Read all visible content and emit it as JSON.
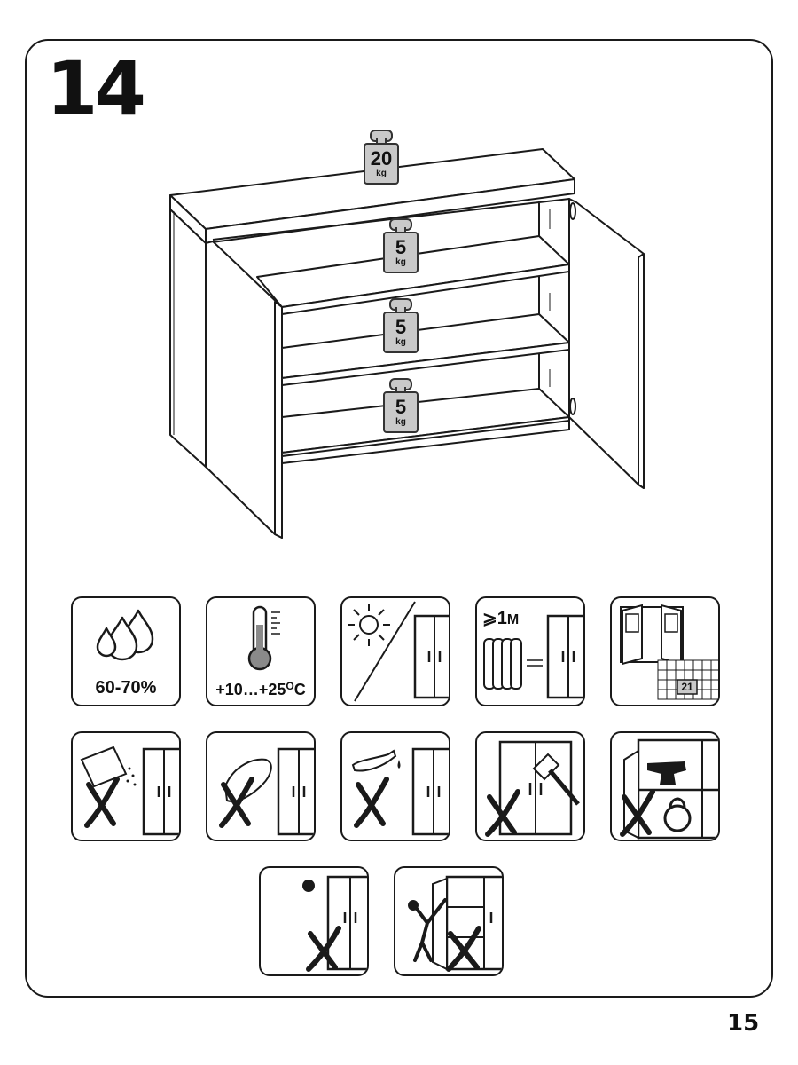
{
  "step": {
    "number": "14"
  },
  "page": {
    "number": "15"
  },
  "load_limits": [
    {
      "value": "20",
      "unit": "kg"
    },
    {
      "value": "5",
      "unit": "kg"
    },
    {
      "value": "5",
      "unit": "kg"
    },
    {
      "value": "5",
      "unit": "kg"
    }
  ],
  "care_icons": {
    "humidity": {
      "label": "60-70%"
    },
    "temperature": {
      "label_main": "+10…+25",
      "label_sup": "O",
      "label_end": "C"
    },
    "distance": {
      "label_sym": "⩾",
      "label_value": "1",
      "label_unit": "M"
    },
    "assembly_check": {
      "label": "21"
    }
  },
  "colors": {
    "line": "#1a1a1a",
    "weight_fill": "#c9c9c9",
    "thermo_fill": "#8a8a8a"
  }
}
